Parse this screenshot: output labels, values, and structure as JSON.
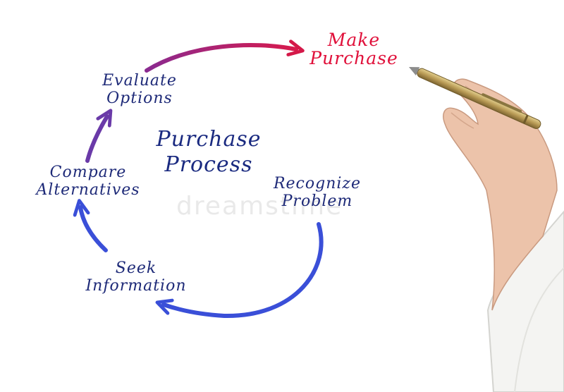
{
  "diagram": {
    "title_line1": "Purchase",
    "title_line2": "Process",
    "steps": [
      {
        "line1": "Recognize",
        "line2": "Problem"
      },
      {
        "line1": "Seek",
        "line2": "Information"
      },
      {
        "line1": "Compare",
        "line2": "Alternatives"
      },
      {
        "line1": "Evaluate",
        "line2": "Options"
      }
    ],
    "final_step": {
      "line1": "Make",
      "line2": "Purchase"
    }
  },
  "watermark": "dreamstime",
  "colors": {
    "text": "#1e2a78",
    "highlight": "#e0103a",
    "arrow_blue": "#3a4fd8",
    "arrow_purple": "#6a3aa8",
    "arrow_crimson": "#c41850",
    "pen_gold": "#b89a55",
    "sleeve": "#f4f4f2"
  }
}
